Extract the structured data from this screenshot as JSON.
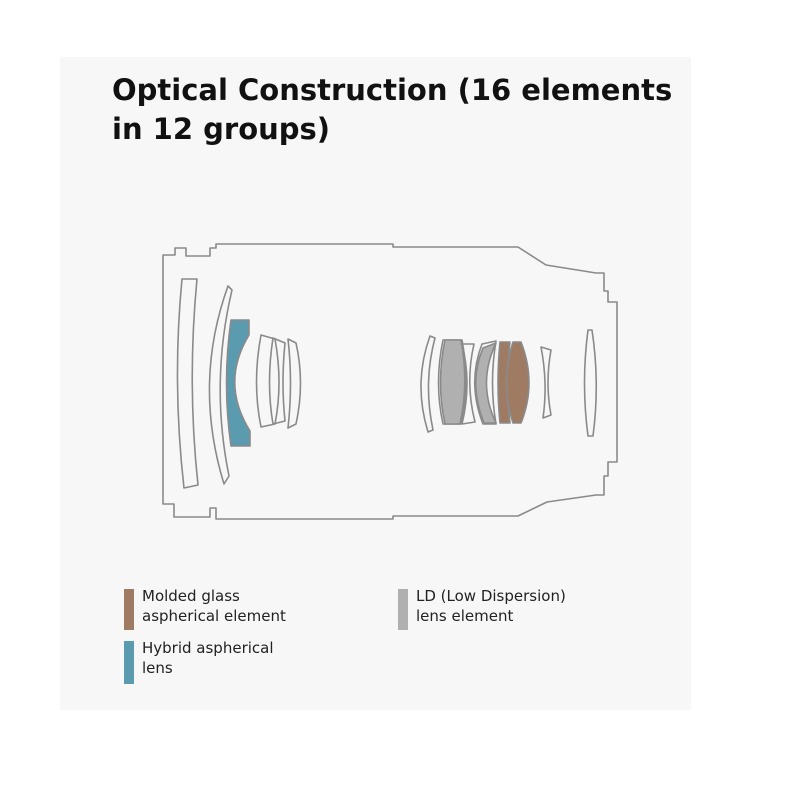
{
  "title": {
    "line1": "Optical Construction (16 elements",
    "line2": "in 12 groups)"
  },
  "colors": {
    "molded_glass_aspherical": "#9e7b62",
    "hybrid_aspherical": "#5b9bb0",
    "ld_low_dispersion": "#b0b0b0",
    "outline": "#8a8a8a",
    "panel": "#f7f7f7"
  },
  "legend": [
    {
      "key": "molded",
      "line1": "Molded glass",
      "line2": "aspherical element"
    },
    {
      "key": "ld",
      "line1": "LD (Low Dispersion)",
      "line2": "lens element"
    },
    {
      "key": "hybrid",
      "line1": "Hybrid aspherical",
      "line2": "lens"
    }
  ]
}
